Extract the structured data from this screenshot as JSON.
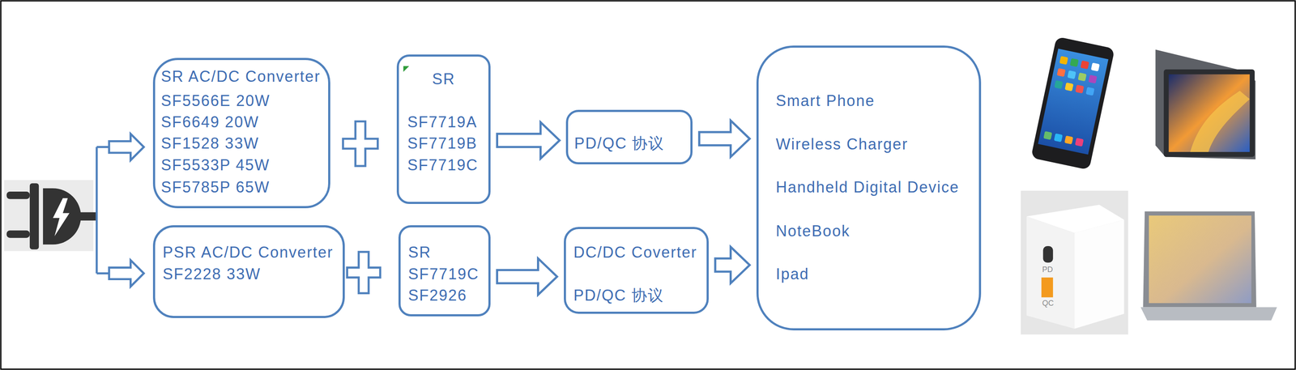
{
  "diagram": {
    "nodes": [
      {
        "text": [
          "SR AC/DC Converter",
          "SF5566E 20W",
          "SF6649 20W",
          "SF1528 33W",
          "SF5533P 45W",
          "SF5785P 65W"
        ]
      },
      {
        "text": [
          "SR",
          "SF7719A",
          "SF7719B",
          "SF7719C"
        ]
      },
      {
        "text": [
          "PD/QC 协议"
        ]
      },
      {
        "text": [
          "PSR AC/DC Converter",
          "SF2228 33W"
        ]
      },
      {
        "text": [
          "SR",
          "SF7719C",
          "SF2926"
        ]
      },
      {
        "text": [
          "DC/DC Coverter",
          "PD/QC 协议"
        ]
      },
      {
        "text": [
          "Smart Phone",
          "Wireless Charger",
          "Handheld Digital Device",
          "NoteBook",
          "Ipad"
        ]
      }
    ],
    "edges": [
      {
        "from": 1,
        "to": 2,
        "arrow": "to"
      },
      {
        "from": 2,
        "to": 6,
        "arrow": "to"
      },
      {
        "from": 4,
        "to": 5,
        "arrow": "to"
      },
      {
        "from": 5,
        "to": 6,
        "arrow": "to"
      }
    ],
    "labels": [
      "PD",
      "QC"
    ]
  }
}
